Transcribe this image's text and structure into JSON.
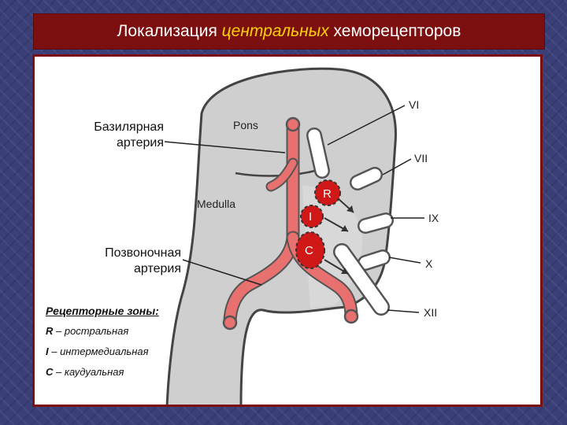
{
  "title": {
    "before": "Локализация ",
    "accent": "центральных",
    "after": " хеморецепторов"
  },
  "diagram": {
    "pons": "Pons",
    "medulla": "Medulla",
    "nerves": [
      "VI",
      "VII",
      "IX",
      "X",
      "XII"
    ],
    "zones": [
      "R",
      "I",
      "C"
    ]
  },
  "labels": {
    "basilar_line1": "Базилярная",
    "basilar_line2": "артерия",
    "vertebral_line1": "Позвоночная",
    "vertebral_line2": "артерия"
  },
  "legend": {
    "heading": "Рецепторные зоны:",
    "items": [
      {
        "key": "R",
        "text": " – ростральная"
      },
      {
        "key": "I",
        "text": "  – интермедиальная"
      },
      {
        "key": "C",
        "text": " – каудуальная"
      }
    ]
  },
  "colors": {
    "title_bg": "#7c1010",
    "title_accent": "#ffd200",
    "artery": "#e8706e",
    "zone": "#d01818",
    "brainstem": "#cfcfcf"
  }
}
